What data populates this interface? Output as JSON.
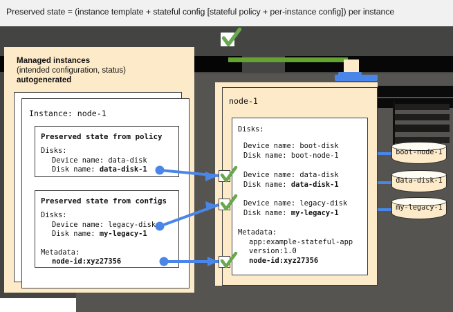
{
  "caption": {
    "text": "Preserved state = (instance template + stateful config [stateful policy + per-instance config]) per instance"
  },
  "colors": {
    "beige": "#fdeac8",
    "dark_canvas": "#444442",
    "dark_canvas_light": "#555450",
    "green": "#64a232",
    "blue": "#4a86e8",
    "check_green": "#6aa84f",
    "white": "#ffffff",
    "border": "#3d3d3d"
  },
  "left_panel": {
    "title": "Managed instances",
    "subtitle": "(intended configuration, status)",
    "note": "autogenerated",
    "instance_card": {
      "title": "Instance: node-1",
      "policy_box": {
        "heading": "Preserved state from policy",
        "lines": [
          {
            "text": "Disks:",
            "bold": false,
            "indent": 0
          },
          {
            "text": "Device name: data-disk",
            "bold": false,
            "indent": 1
          },
          {
            "text": "Disk name: ",
            "bold": false,
            "indent": 1,
            "bold_tail": "data-disk-1"
          }
        ]
      },
      "configs_box": {
        "heading": "Preserved state from configs",
        "lines": [
          {
            "text": "Disks:",
            "bold": false,
            "indent": 0
          },
          {
            "text": "Device name: legacy-disk",
            "bold": false,
            "indent": 1
          },
          {
            "text": "Disk name: ",
            "bold": false,
            "indent": 1,
            "bold_tail": "my-legacy-1"
          },
          {
            "text": "",
            "bold": false,
            "indent": 0
          },
          {
            "text": "Metadata:",
            "bold": false,
            "indent": 0
          },
          {
            "text": "",
            "bold": true,
            "indent": 1,
            "bold_tail": "node-id:xyz27356"
          }
        ]
      }
    }
  },
  "right_panel": {
    "instance_title": "node-1",
    "disks_label": "Disks:",
    "disk_entries": [
      {
        "device_line": "Device name: boot-disk",
        "disk_line_prefix": "Disk name: ",
        "disk_name": "boot-node-1",
        "disk_name_bold": false,
        "checked": false
      },
      {
        "device_line": "Device name: data-disk",
        "disk_line_prefix": "Disk name: ",
        "disk_name": "data-disk-1",
        "disk_name_bold": true,
        "checked": true
      },
      {
        "device_line": "Device name: legacy-disk",
        "disk_line_prefix": "Disk name: ",
        "disk_name": "my-legacy-1",
        "disk_name_bold": true,
        "checked": true
      }
    ],
    "metadata_label": "Metadata:",
    "metadata_lines": [
      {
        "text": "app:example-stateful-app",
        "bold": false
      },
      {
        "text": "version:1.0",
        "bold": false
      },
      {
        "text": "node-id:xyz27356",
        "bold": true
      }
    ]
  },
  "disks": [
    {
      "label": "boot-node-1"
    },
    {
      "label": "data-disk-1"
    },
    {
      "label": "my-legacy-1"
    }
  ]
}
